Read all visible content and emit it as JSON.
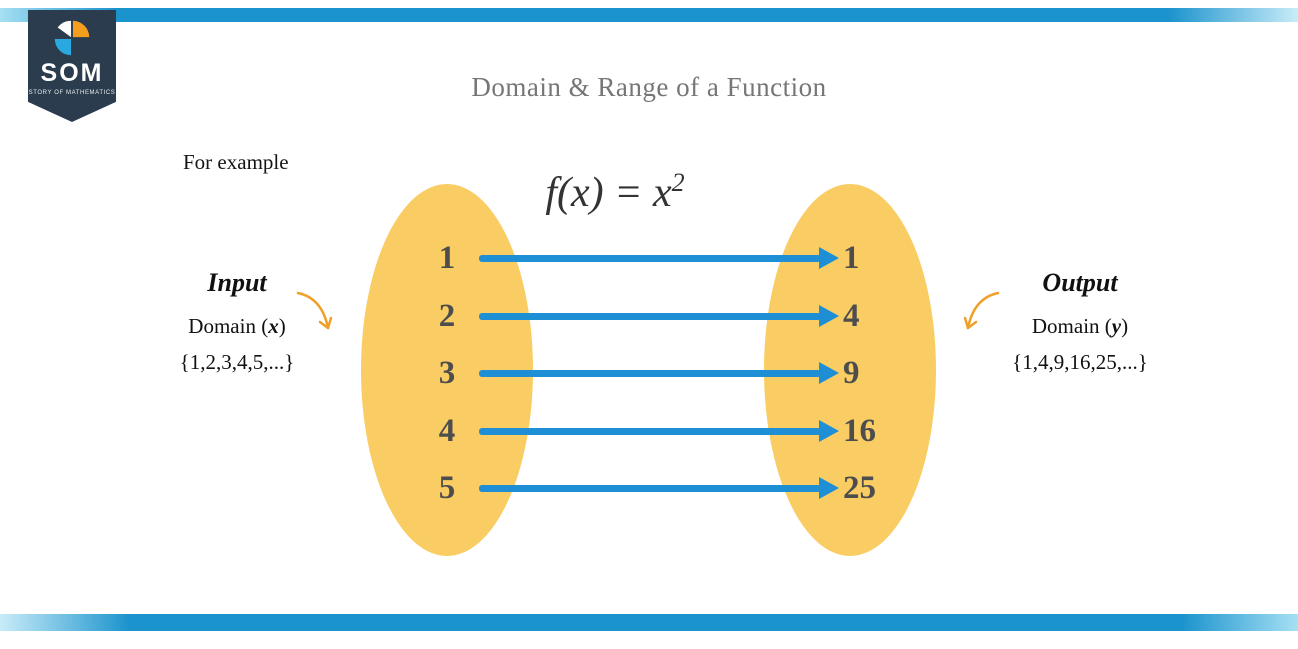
{
  "branding": {
    "logo_text": "SOM",
    "logo_tagline": "STORY OF MATHEMATICS"
  },
  "header": {
    "title": "Domain & Range of a Function"
  },
  "diagram": {
    "example_label": "For example",
    "formula": {
      "base": "f(x) = x",
      "exponent": "2"
    },
    "input": {
      "title": "Input",
      "label_prefix": "Domain (",
      "variable": "x",
      "label_suffix": ")",
      "set_text": "{1,2,3,4,5,...}",
      "values": [
        "1",
        "2",
        "3",
        "4",
        "5"
      ]
    },
    "output": {
      "title": "Output",
      "label_prefix": "Domain (",
      "variable": "y",
      "label_suffix": ")",
      "set_text": "{1,4,9,16,25,...}",
      "values": [
        "1",
        "4",
        "9",
        "16",
        "25"
      ]
    },
    "mapping_pairs": [
      [
        1,
        1
      ],
      [
        2,
        4
      ],
      [
        3,
        9
      ],
      [
        4,
        16
      ],
      [
        5,
        25
      ]
    ]
  },
  "colors": {
    "bar_blue": "#1b93cd",
    "ellipse_yellow": "#f9cd63",
    "arrow_blue": "#1e8fd5",
    "accent_orange": "#f0a029",
    "logo_navy": "#2b3c4e"
  }
}
